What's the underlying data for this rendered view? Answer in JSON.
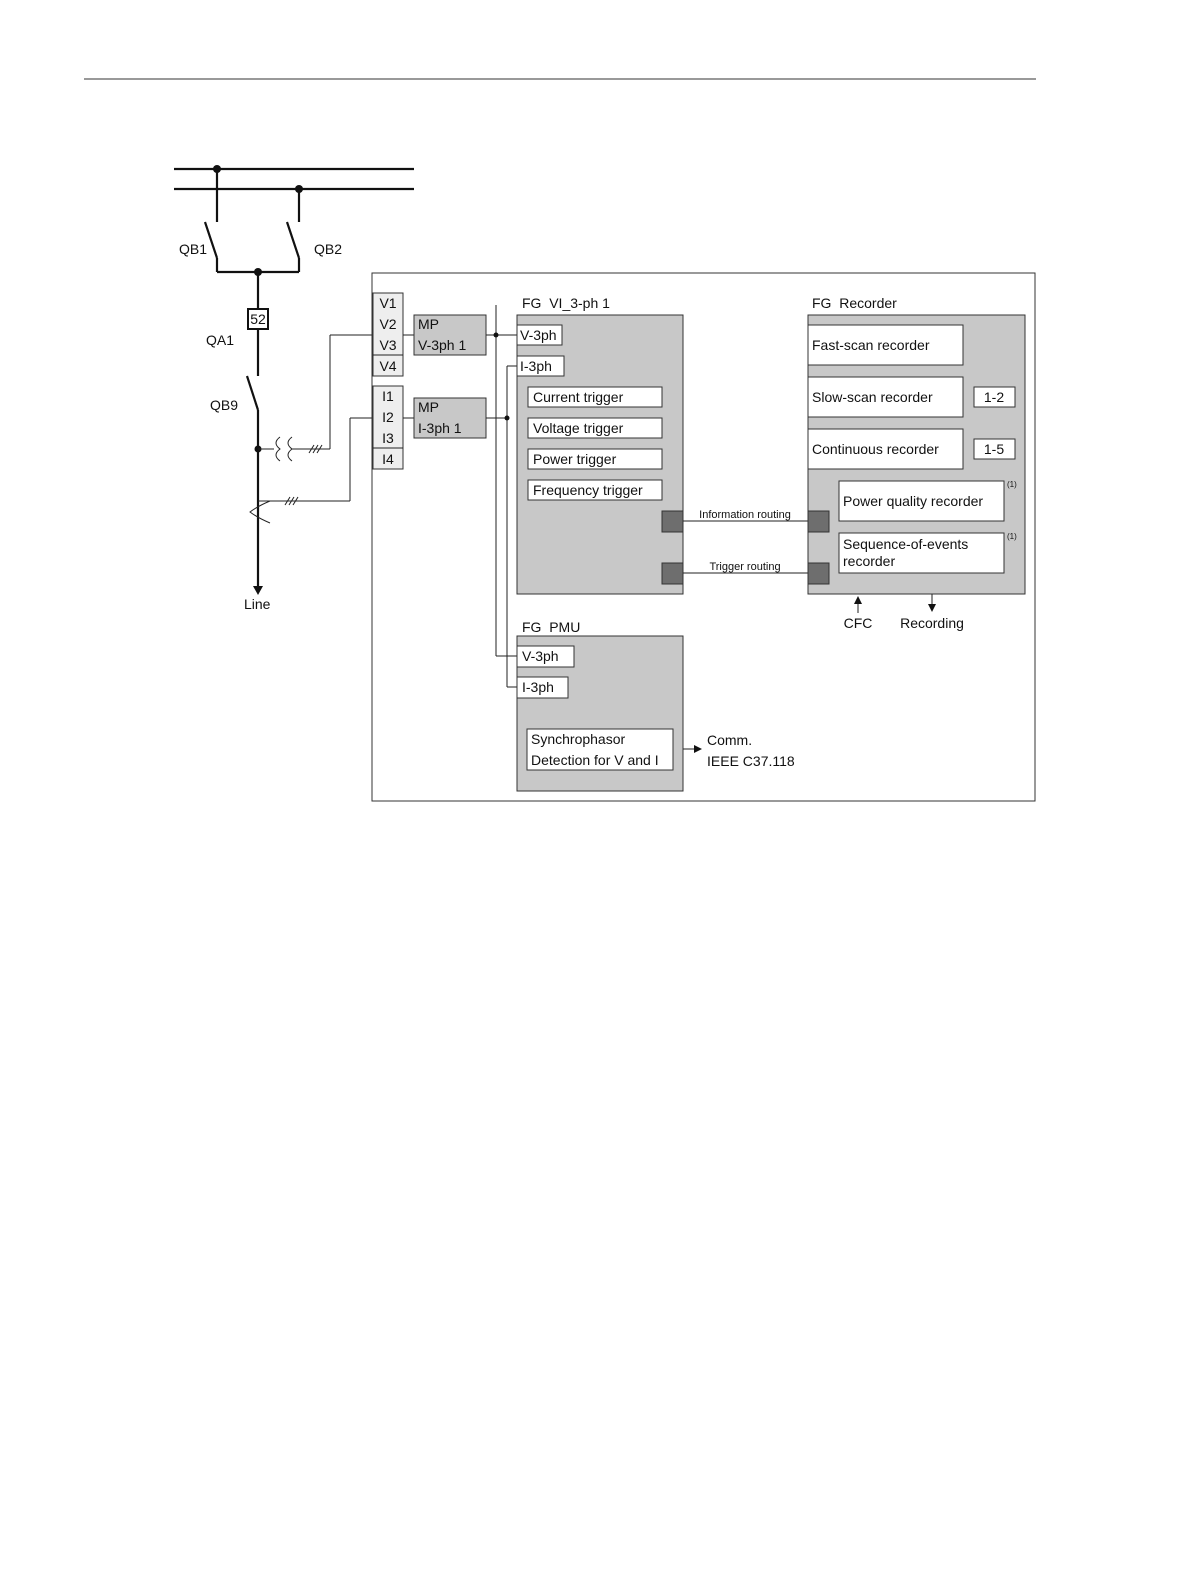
{
  "busbar": {
    "qb1": "QB1",
    "qb2": "QB2",
    "breaker_number": "52",
    "qa1": "QA1",
    "qb9": "QB9",
    "line": "Line"
  },
  "terminals": {
    "voltage": [
      "V1",
      "V2",
      "V3",
      "V4"
    ],
    "current": [
      "I1",
      "I2",
      "I3",
      "I4"
    ]
  },
  "measuring_points": {
    "voltage": {
      "line1": "MP",
      "line2": "V-3ph 1"
    },
    "current": {
      "line1": "MP",
      "line2": "I-3ph 1"
    }
  },
  "fg_vi": {
    "title": "FG  VI_3-ph 1",
    "v_input": "V-3ph",
    "i_input": "I-3ph",
    "triggers": [
      "Current trigger",
      "Voltage trigger",
      "Power trigger",
      "Frequency trigger"
    ]
  },
  "routing": {
    "information": "Information routing",
    "trigger": "Trigger routing"
  },
  "fg_recorder": {
    "title": "FG  Recorder",
    "fast_scan": "Fast-scan recorder",
    "slow_scan": "Slow-scan recorder",
    "slow_scan_count": "1-2",
    "continuous": "Continuous recorder",
    "continuous_count": "1-5",
    "power_quality": "Power quality recorder",
    "soe_line1": "Sequence-of-events",
    "soe_line2": "recorder",
    "footnote": "(1)",
    "cfc": "CFC",
    "recording": "Recording"
  },
  "fg_pmu": {
    "title": "FG  PMU",
    "v_input": "V-3ph",
    "i_input": "I-3ph",
    "sync_line1": "Synchrophasor",
    "sync_line2": "Detection for V and I",
    "comm_line1": "Comm.",
    "comm_line2": "IEEE C37.118"
  }
}
